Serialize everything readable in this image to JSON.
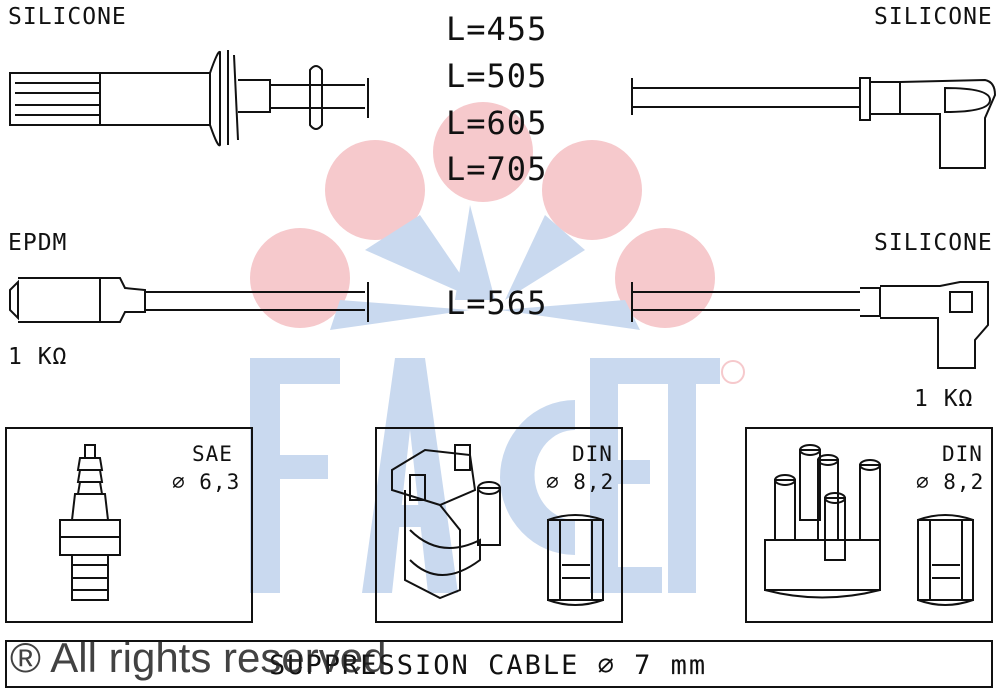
{
  "watermark": {
    "brand": "FACET",
    "registered": "®",
    "color_blue": "#c9d9ef",
    "color_pink": "#f6c9cc"
  },
  "top_left": {
    "material": "SILICONE"
  },
  "top_right": {
    "material": "SILICONE"
  },
  "lengths_top": [
    "L=455",
    "L=505",
    "L=605",
    "L=705"
  ],
  "mid_left": {
    "material": "EPDM",
    "resistance": "1 KΩ"
  },
  "mid_right": {
    "material": "SILICONE",
    "resistance": "1 KΩ"
  },
  "length_mid": "L=565",
  "boxes": [
    {
      "standard": "SAE",
      "diameter": "⌀ 6,3"
    },
    {
      "standard": "DIN",
      "diameter": "⌀ 8,2"
    },
    {
      "standard": "DIN",
      "diameter": "⌀ 8,2"
    }
  ],
  "footer": {
    "text": "SUPPRESSION CABLE  ⌀  7 mm"
  },
  "copyright": "® All rights reserved"
}
